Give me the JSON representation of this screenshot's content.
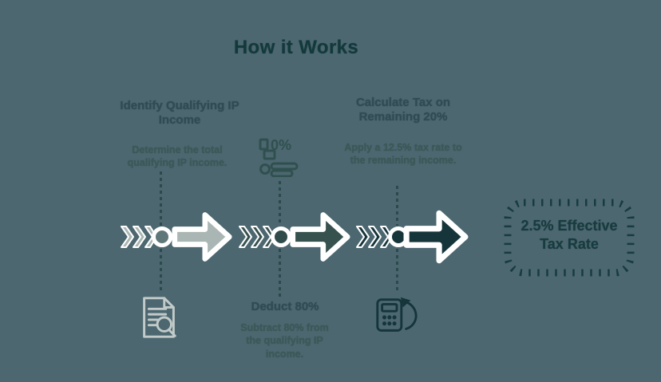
{
  "page": {
    "title": "How it Works",
    "background_color": "#4c6770",
    "title_color": "#12393b"
  },
  "steps": [
    {
      "title": "Identify Qualifying IP Income",
      "description": "Determine the total qualifying IP income.",
      "icon": "document-search-icon",
      "accent": "#aab6b3",
      "icon_color": "#c2cbc9",
      "circle_fill": "#607779"
    },
    {
      "title": "Deduct 80%",
      "description": "Subtract 80% from the qualifying IP income.",
      "icon": "percent-hand-icon",
      "icon_label": "0%",
      "accent": "#37524e",
      "icon_color": "#30504f",
      "circle_fill": "#2f4b4a"
    },
    {
      "title": "Calculate Tax on Remaining 20%",
      "description": "Apply a 12.5% tax rate to the remaining income.",
      "icon": "calculator-refresh-icon",
      "accent": "#16353b",
      "icon_color": "#16353b",
      "circle_fill": "#16353b"
    }
  ],
  "result_badge": {
    "line1": "2.5% Effective",
    "line2": "Tax Rate",
    "color": "#173c40"
  }
}
